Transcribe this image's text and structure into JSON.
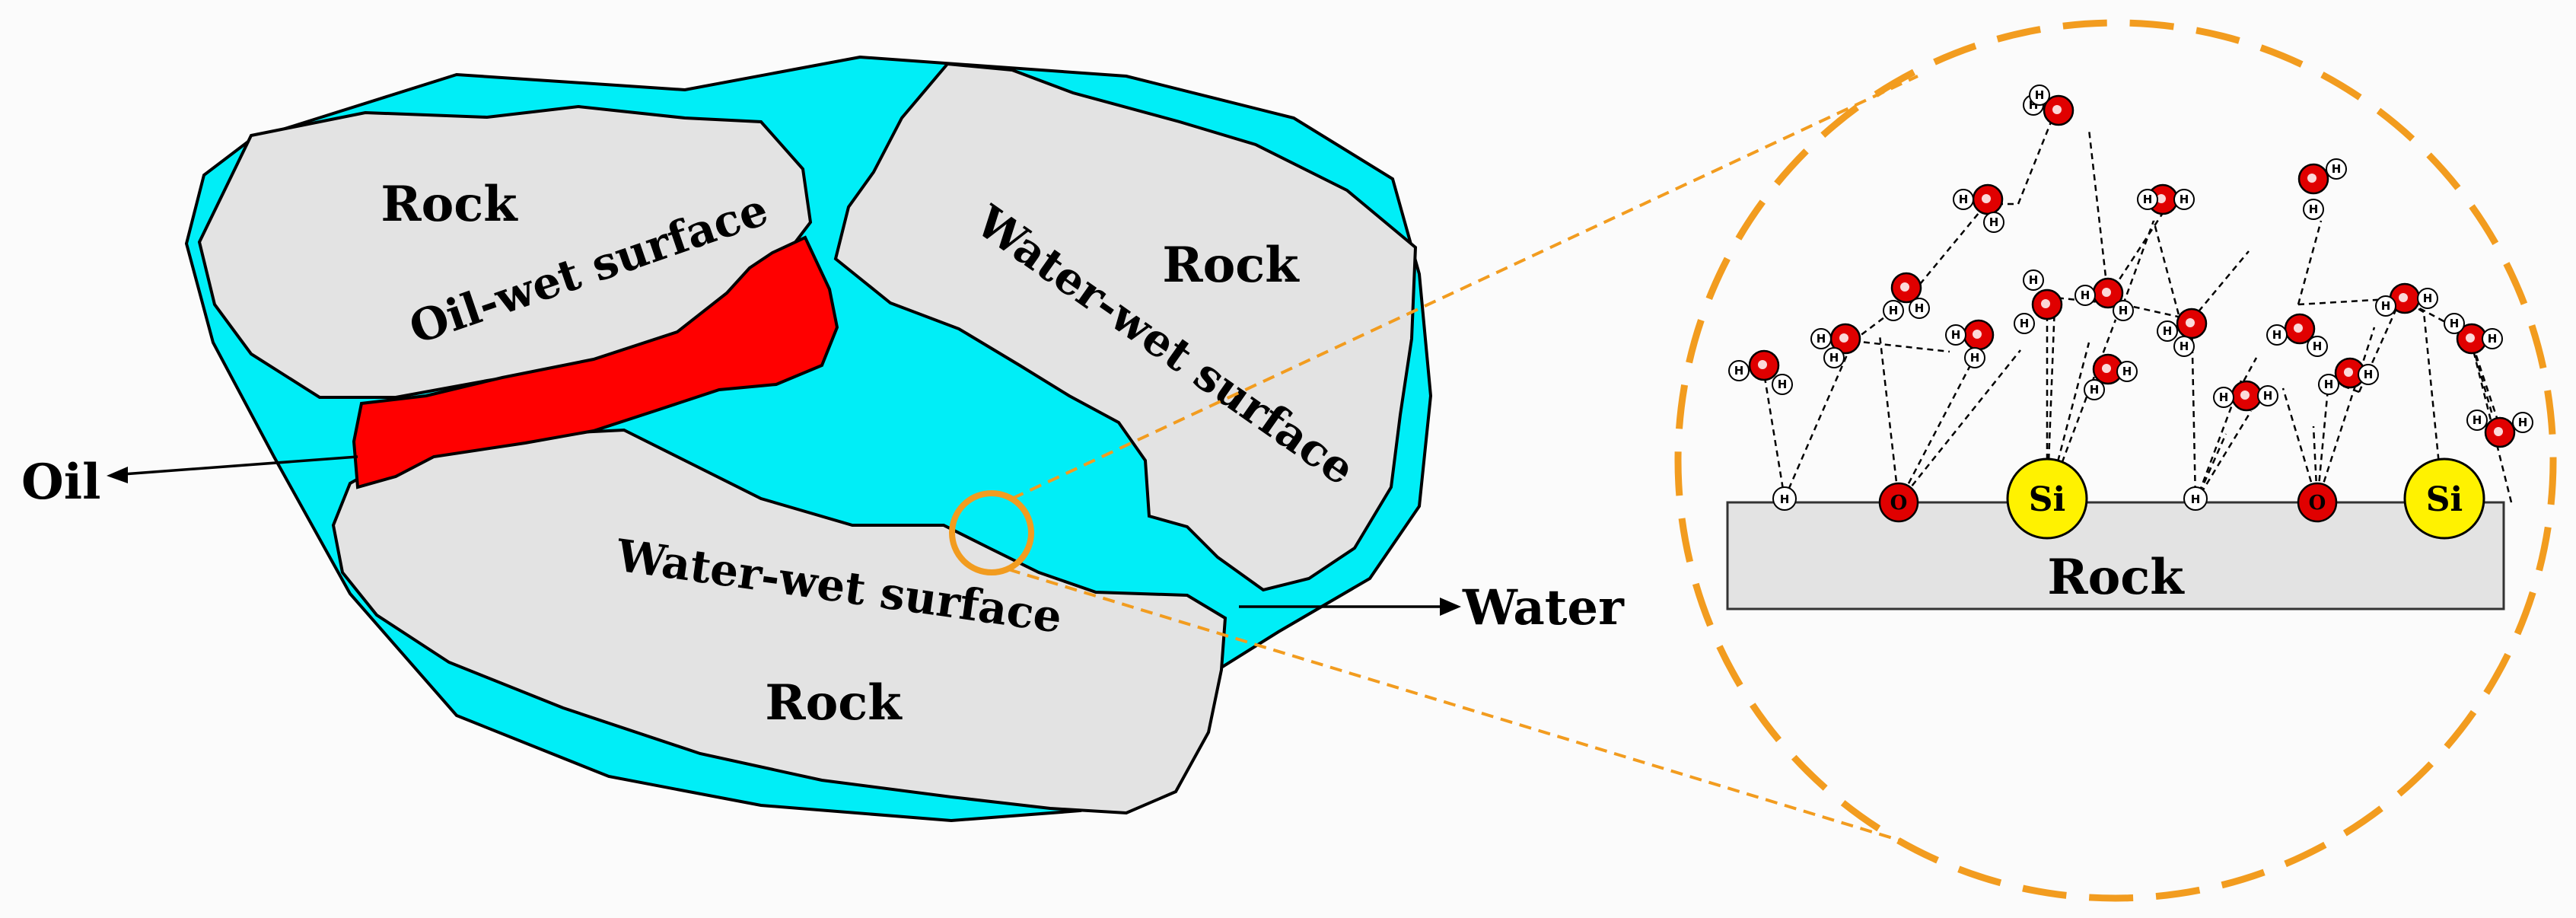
{
  "labels": {
    "rock_top_left": "Rock",
    "rock_top_right": "Rock",
    "rock_bottom": "Rock",
    "oil_wet_surface": "Oil-wet surface",
    "water_wet_surface_right": "Water-wet surface",
    "water_wet_surface_bottom": "Water-wet surface",
    "oil": "Oil",
    "water": "Water",
    "zoom_rock": "Rock",
    "atom_si": "Si",
    "atom_o": "O",
    "atom_h": "H"
  },
  "colors": {
    "water": "#00eef7",
    "rock": "#e3e3e3",
    "oil": "#ff0000",
    "zoom_outline": "#f29c1f",
    "silicon": "#fff200",
    "oxygen": "#e00000",
    "hydrogen": "#ffffff"
  }
}
